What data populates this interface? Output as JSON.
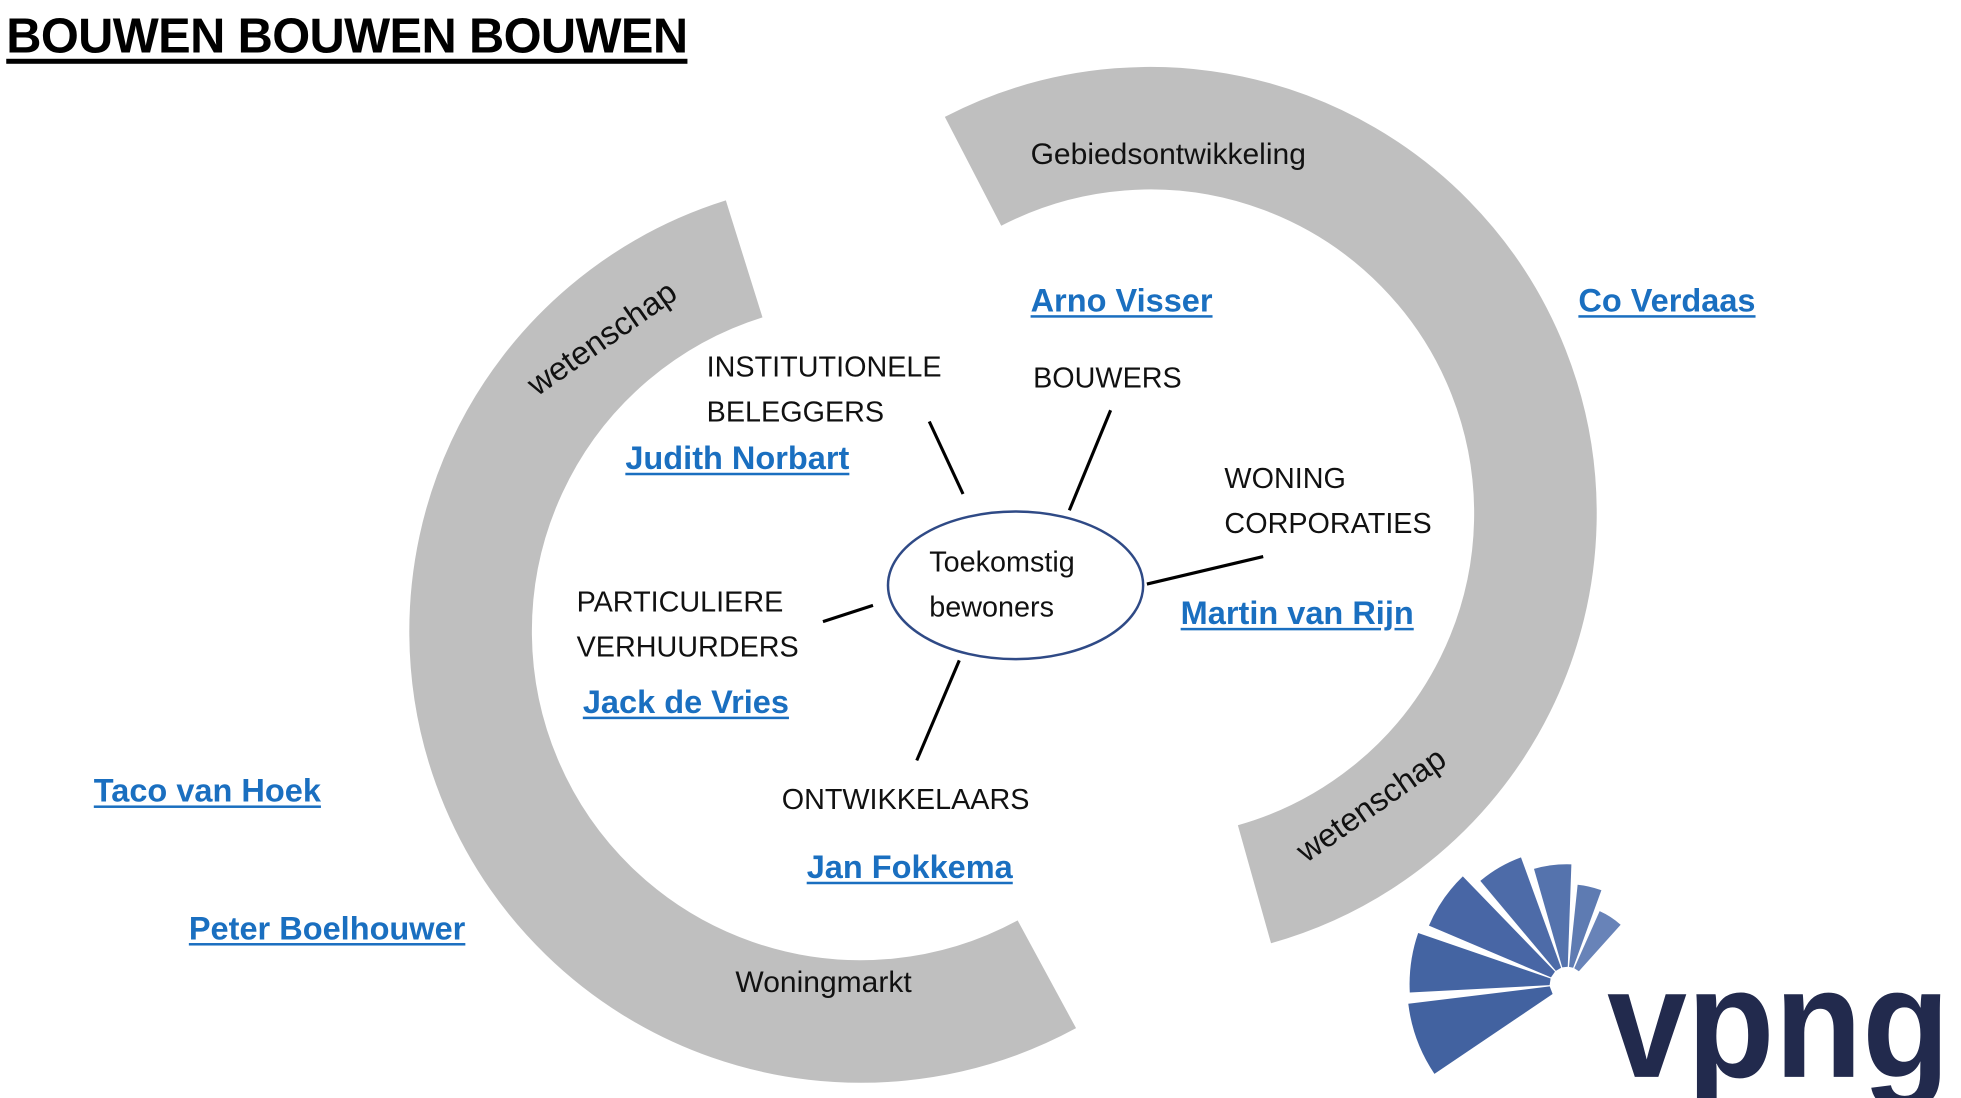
{
  "title": "BOUWEN BOUWEN BOUWEN",
  "rings": {
    "left_top_label": "wetenschap",
    "left_bottom_label": "Woningmarkt",
    "right_top_label": "Gebiedsontwikkeling",
    "right_bottom_label": "wetenschap"
  },
  "center": {
    "line1": "Toekomstig",
    "line2": "bewoners"
  },
  "groups": [
    {
      "line1": "INSTITUTIONELE",
      "line2": "BELEGGERS",
      "person": "Judith Norbart"
    },
    {
      "line1": "BOUWERS",
      "line2": "",
      "person": "Arno Visser"
    },
    {
      "line1": "WONING",
      "line2": "CORPORATIES",
      "person": "Martin van Rijn"
    },
    {
      "line1": "PARTICULIERE",
      "line2": "VERHUURDERS",
      "person": "Jack de Vries"
    },
    {
      "line1": "ONTWIKKELAARS",
      "line2": "",
      "person": "Jan Fokkema"
    }
  ],
  "outer_people": [
    "Co Verdaas",
    "Taco van Hoek",
    "Peter Boelhouwer"
  ],
  "logo": {
    "text": "vpng",
    "text_color": "#222a4d",
    "fan_color": "#4565a3"
  },
  "colors": {
    "ring": "#bfbfbf",
    "link": "#1a6fc0",
    "ellipse": "#2f4a86"
  }
}
